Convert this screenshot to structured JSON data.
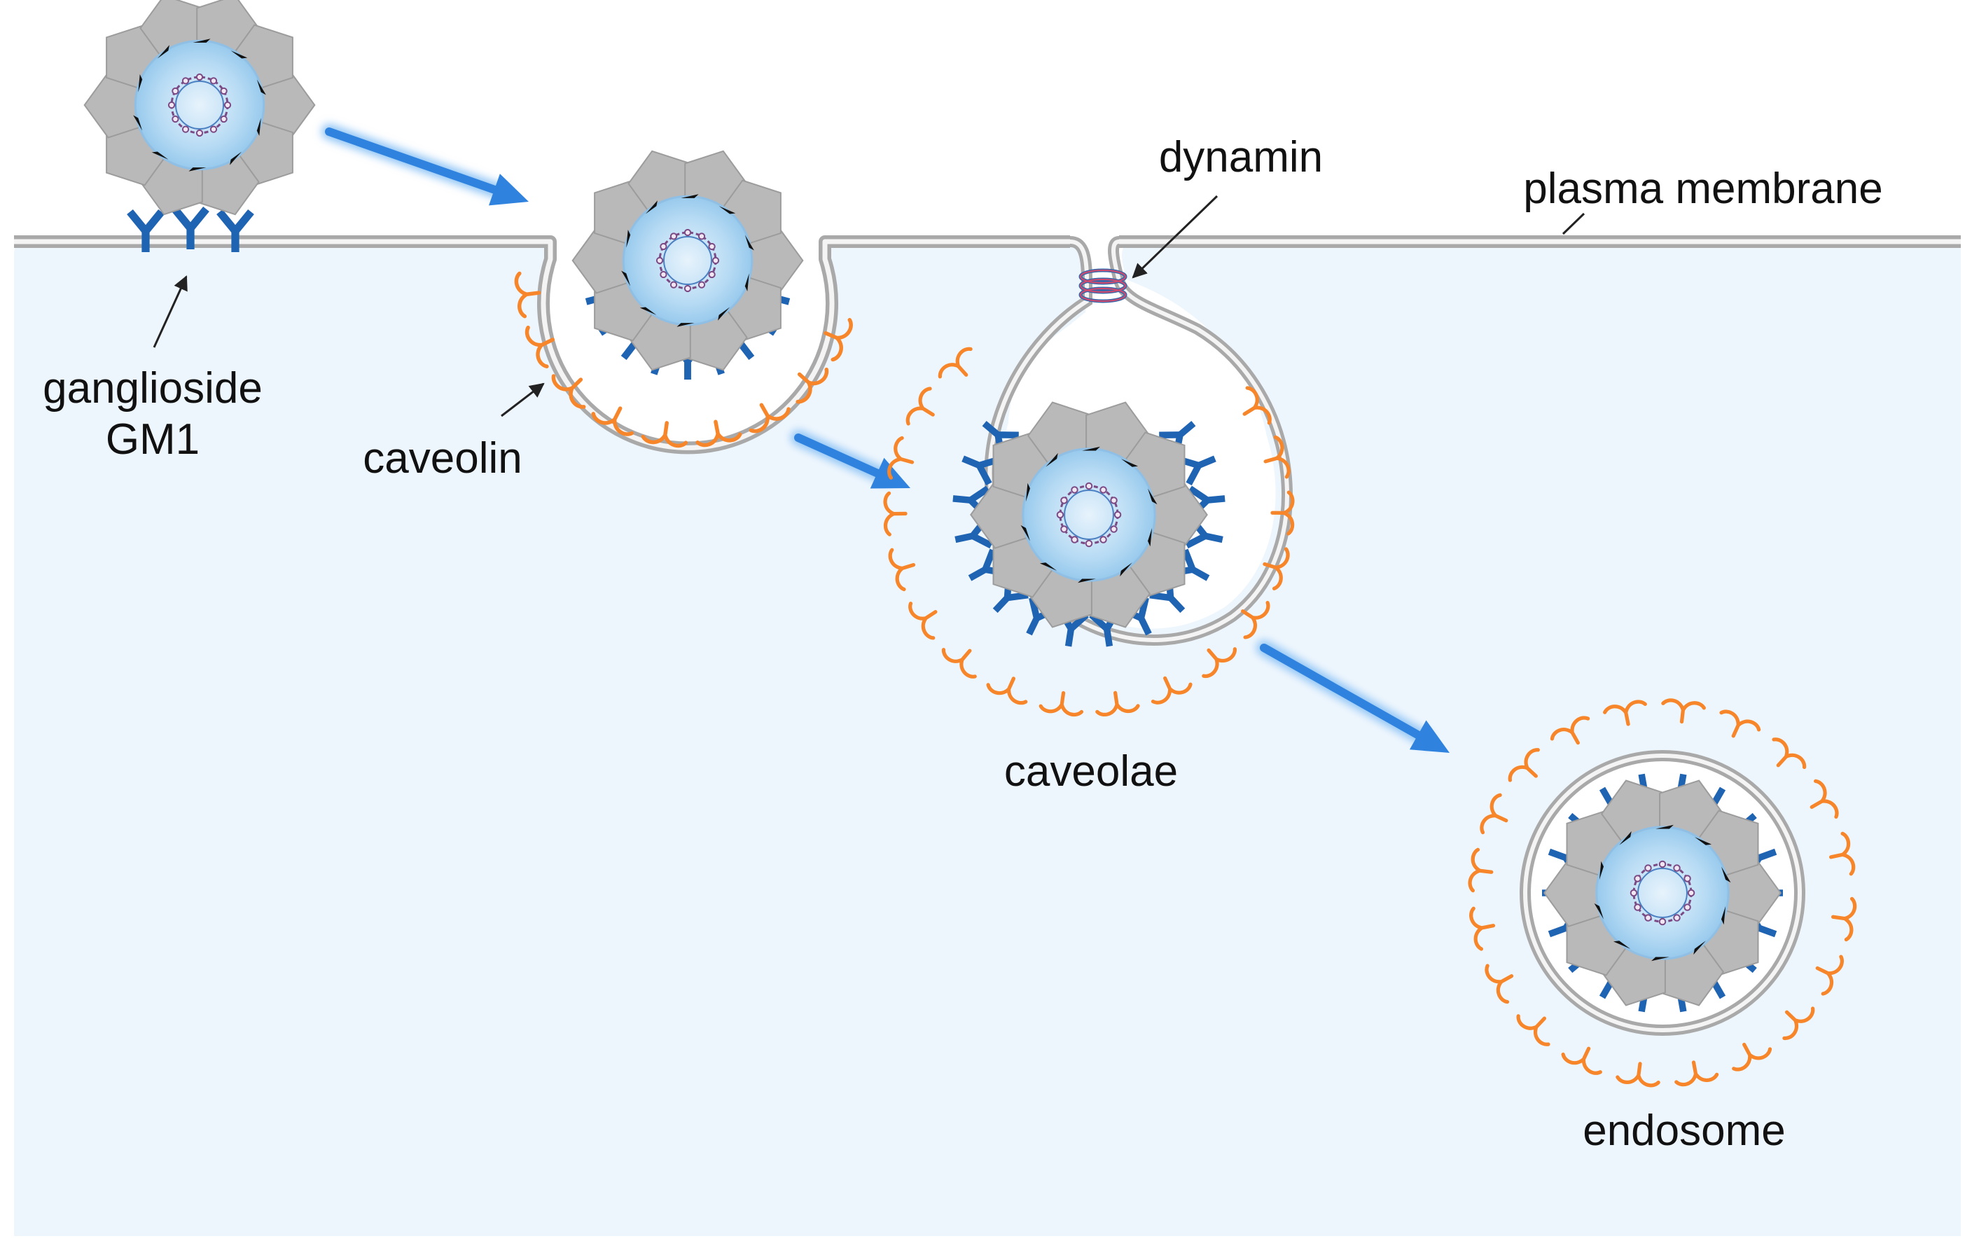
{
  "labels": {
    "ganglioside_line1": "ganglioside",
    "ganglioside_line2": "GM1",
    "caveolin": "caveolin",
    "dynamin": "dynamin",
    "plasma_membrane": "plasma membrane",
    "caveolae": "caveolae",
    "endosome": "endosome"
  },
  "colors": {
    "cytoplasm": "#eef6fd",
    "membrane": "#b4b4b4",
    "receptor": "#1f63b3",
    "caveolin": "#f7862b",
    "capsid": "#b9b9b9",
    "core": "#a9d2f1",
    "flow_arrow": "#2f83de",
    "genome": "#7b4a84",
    "dynamin_ring": "#3b66a8"
  },
  "icons": {
    "receptor": "y-shaped-receptor-icon",
    "caveolin": "caveolin-curl-icon",
    "particle": "virus-particle-icon",
    "dynamin": "dynamin-ring-icon",
    "flow": "process-arrow-icon"
  }
}
